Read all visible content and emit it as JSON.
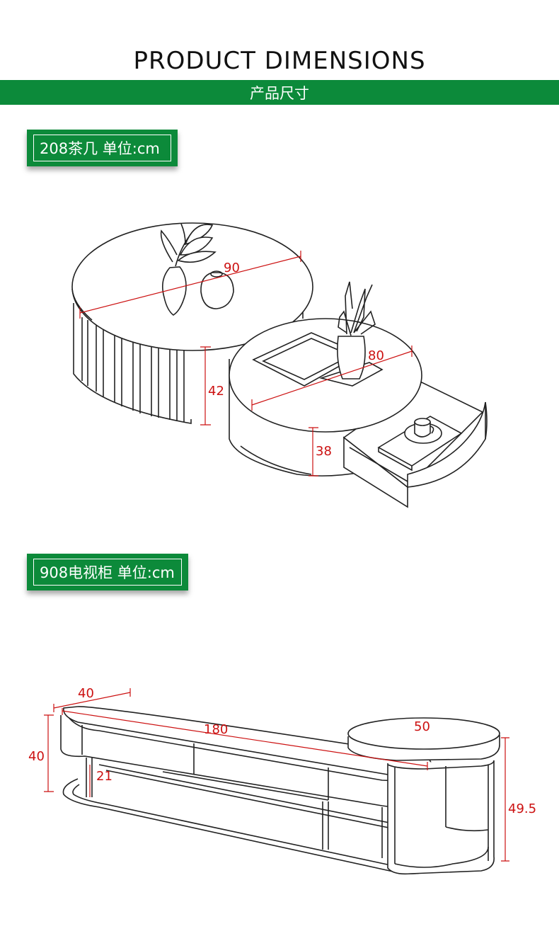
{
  "header": {
    "title": "PRODUCT DIMENSIONS",
    "subtitle": "产品尺寸"
  },
  "coffee_table": {
    "label": "208茶几 单位:cm",
    "dims": {
      "large_diameter": "90",
      "small_diameter": "80",
      "large_height": "42",
      "small_height": "38"
    }
  },
  "tv_cabinet": {
    "label": "908电视柜 单位:cm",
    "dims": {
      "depth": "40",
      "length": "180",
      "side_depth": "50",
      "height": "40",
      "shelf_height": "21",
      "side_height": "49.5"
    }
  },
  "colors": {
    "accent": "#0c8a3a",
    "dimension": "#cc1111",
    "line": "#222222"
  }
}
